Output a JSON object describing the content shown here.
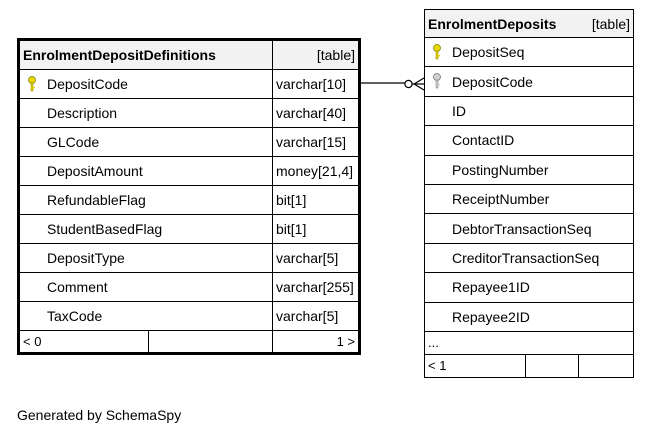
{
  "tables": [
    {
      "name": "EnrolmentDepositDefinitions",
      "type_label": "[table]",
      "columns": [
        {
          "name": "DepositCode",
          "type": "varchar[10]",
          "key": "primary"
        },
        {
          "name": "Description",
          "type": "varchar[40]"
        },
        {
          "name": "GLCode",
          "type": "varchar[15]"
        },
        {
          "name": "DepositAmount",
          "type": "money[21,4]"
        },
        {
          "name": "RefundableFlag",
          "type": "bit[1]"
        },
        {
          "name": "StudentBasedFlag",
          "type": "bit[1]"
        },
        {
          "name": "DepositType",
          "type": "varchar[5]"
        },
        {
          "name": "Comment",
          "type": "varchar[255]"
        },
        {
          "name": "TaxCode",
          "type": "varchar[5]"
        }
      ],
      "footer": {
        "left": "< 0",
        "right": "1 >"
      }
    },
    {
      "name": "EnrolmentDeposits",
      "type_label": "[table]",
      "columns": [
        {
          "name": "DepositSeq",
          "key": "primary"
        },
        {
          "name": "DepositCode",
          "key": "foreign"
        },
        {
          "name": "ID"
        },
        {
          "name": "ContactID"
        },
        {
          "name": "PostingNumber"
        },
        {
          "name": "ReceiptNumber"
        },
        {
          "name": "DebtorTransactionSeq"
        },
        {
          "name": "CreditorTransactionSeq"
        },
        {
          "name": "Repayee1ID"
        },
        {
          "name": "Repayee2ID"
        }
      ],
      "ellipsis": "...",
      "footer": {
        "left": "< 1"
      }
    }
  ],
  "colors": {
    "primary_key": "#e8d800",
    "foreign_key": "#b0b0b0"
  },
  "generated_by": "Generated by SchemaSpy"
}
